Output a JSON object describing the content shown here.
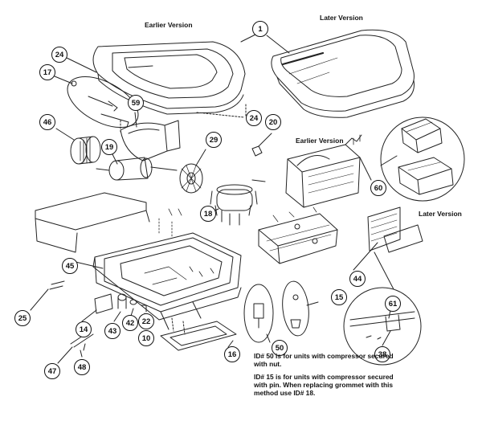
{
  "version_labels": {
    "earlier_top": "Earlier Version",
    "later_top": "Later Version",
    "earlier_mid": "Earlier Version",
    "later_right": "Later Version"
  },
  "callouts": {
    "c1": "1",
    "c24a": "24",
    "c24b": "24",
    "c17": "17",
    "c46": "46",
    "c59": "59",
    "c20": "20",
    "c19": "19",
    "c29": "29",
    "c18": "18",
    "c60": "60",
    "c45": "45",
    "c44": "44",
    "c25": "25",
    "c14": "14",
    "c43": "43",
    "c42": "42",
    "c22": "22",
    "c10": "10",
    "c15": "15",
    "c50": "50",
    "c16": "16",
    "c61": "61",
    "c38": "38",
    "c47": "47",
    "c48": "48"
  },
  "notes": {
    "n50": "ID# 50 is for units with compressor secured with nut.",
    "n15": "ID# 15 is for units with compressor secured with pin. When replacing grommet with this method use ID# 18."
  }
}
